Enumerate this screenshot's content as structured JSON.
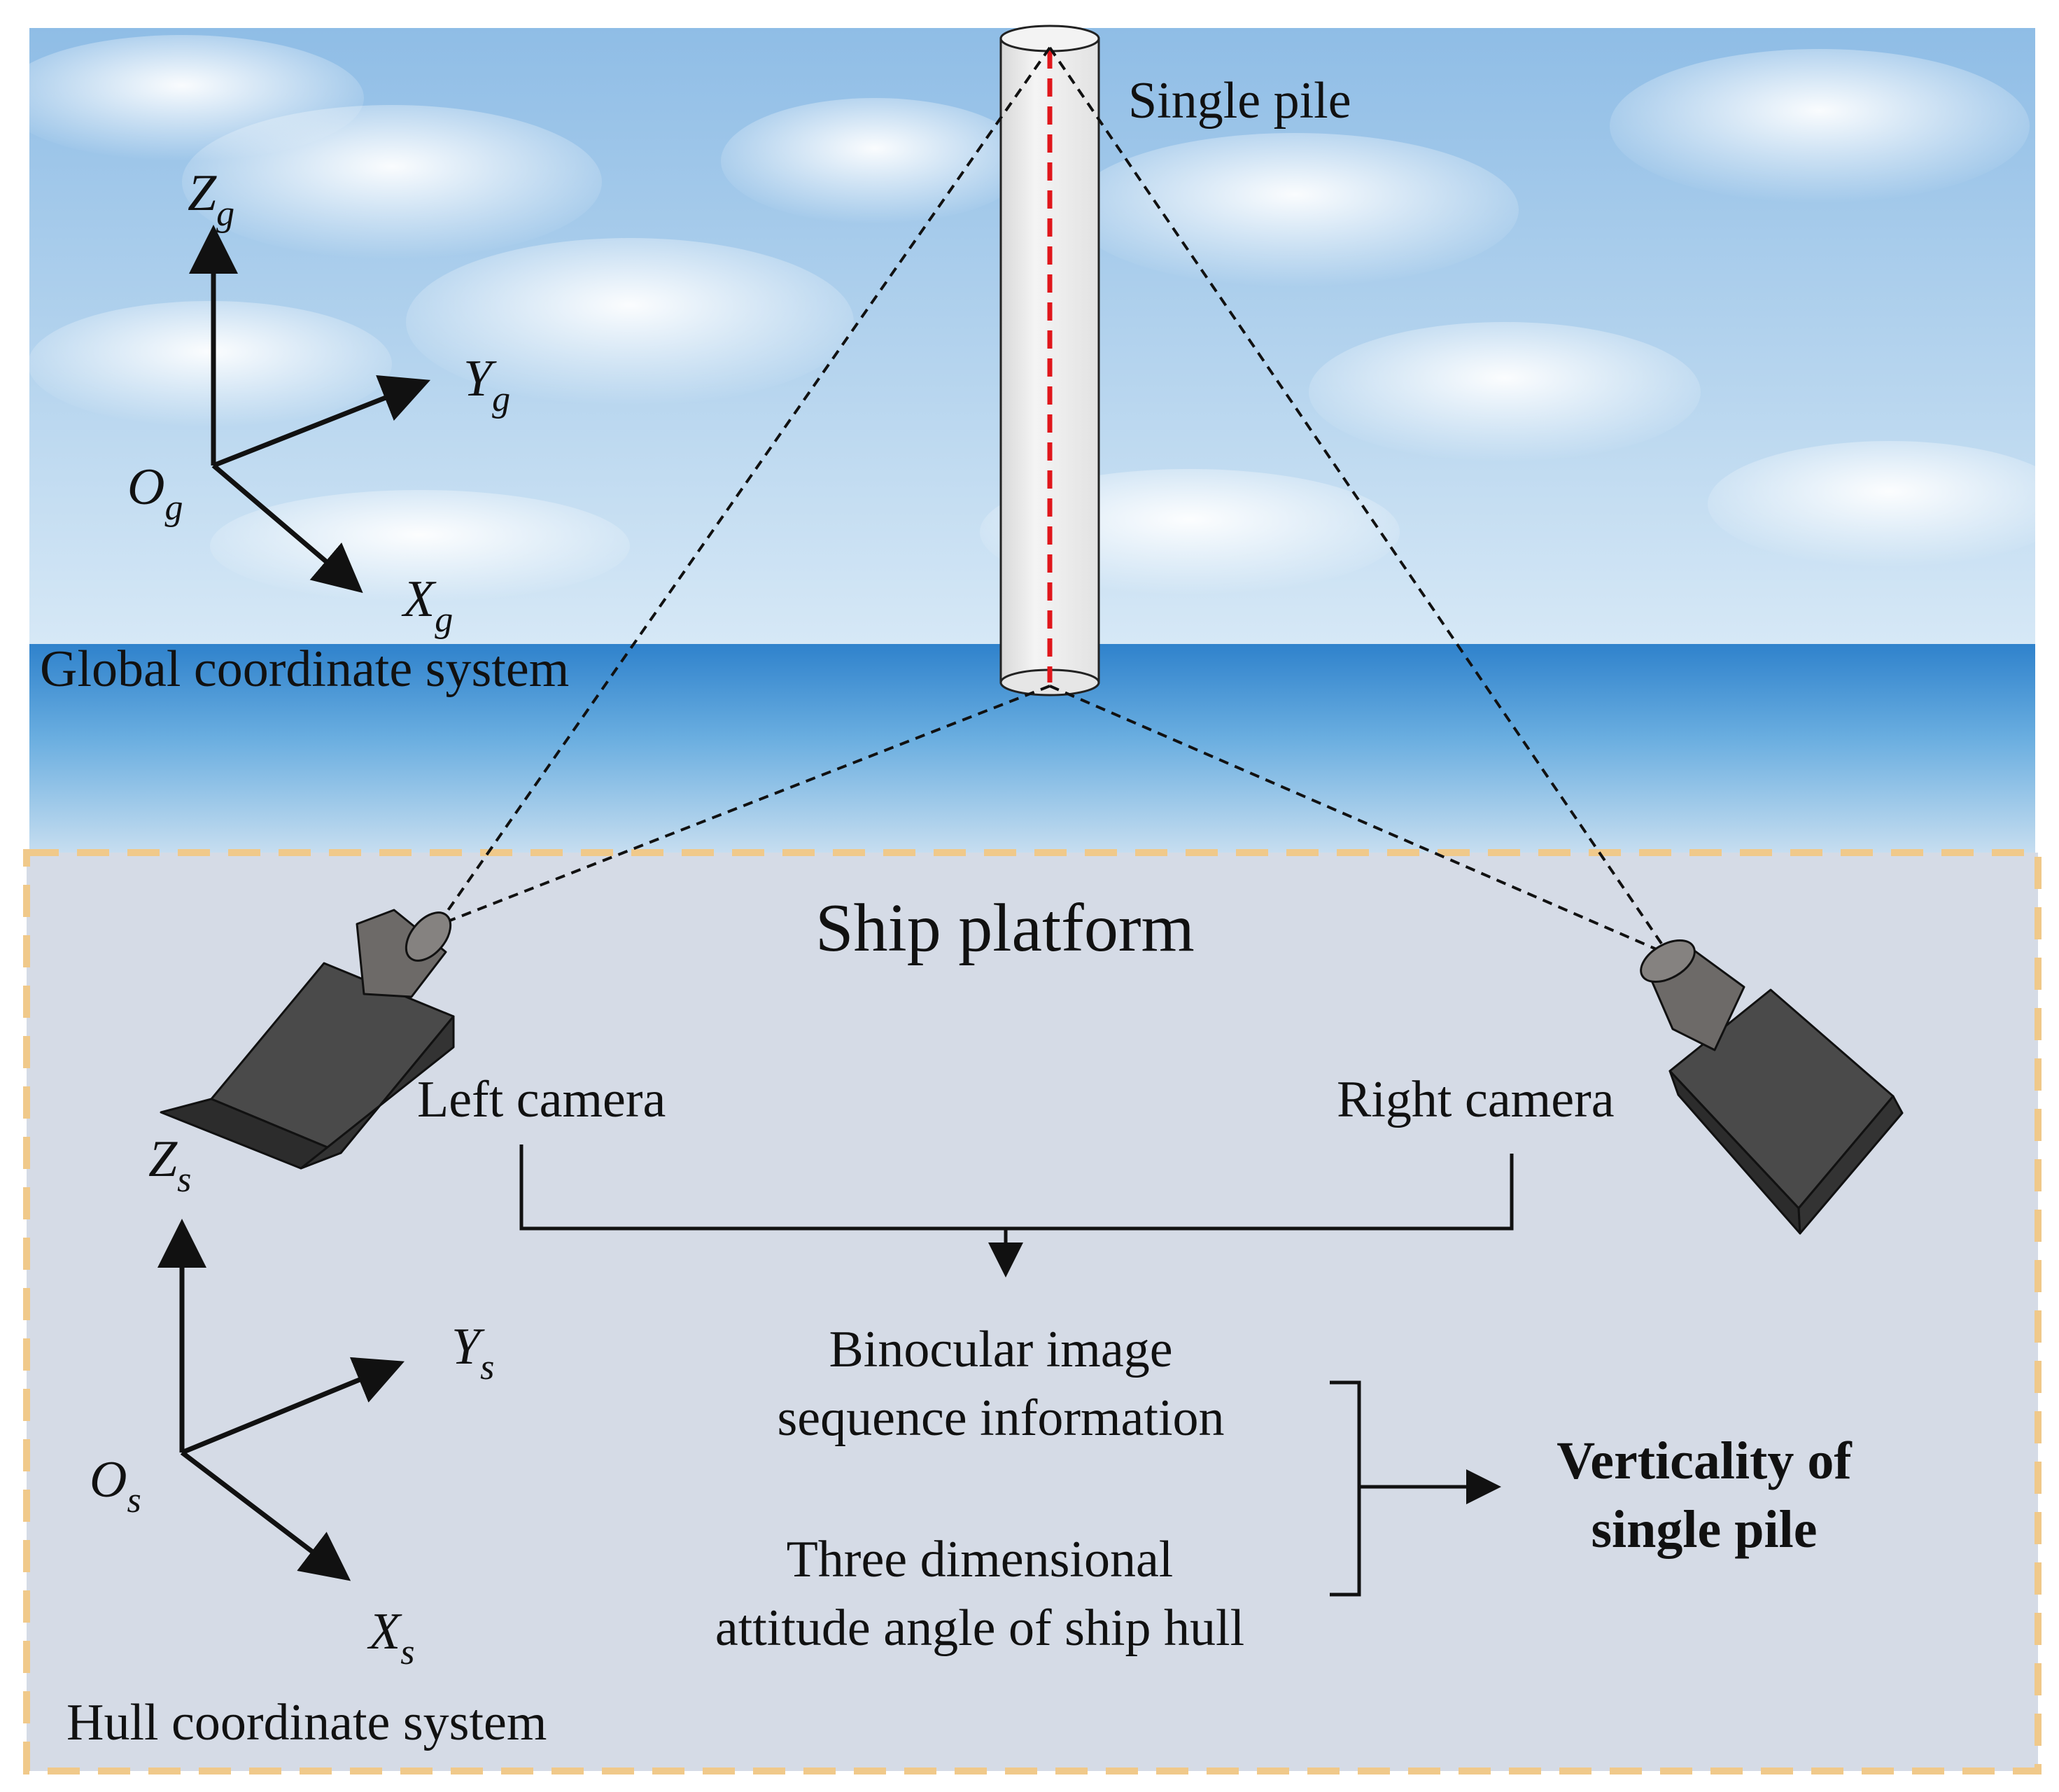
{
  "pile": {
    "label": "Single pile"
  },
  "global_cs": {
    "caption": "Global coordinate system",
    "axes": {
      "z": {
        "letter": "Z",
        "sub": "g"
      },
      "y": {
        "letter": "Y",
        "sub": "g"
      },
      "x": {
        "letter": "X",
        "sub": "g"
      },
      "o": {
        "letter": "O",
        "sub": "g"
      }
    }
  },
  "platform": {
    "title": "Ship platform",
    "left_camera": "Left camera",
    "right_camera": "Right camera"
  },
  "hull_cs": {
    "caption": "Hull coordinate system",
    "axes": {
      "z": {
        "letter": "Z",
        "sub": "s"
      },
      "y": {
        "letter": "Y",
        "sub": "s"
      },
      "x": {
        "letter": "X",
        "sub": "s"
      },
      "o": {
        "letter": "O",
        "sub": "s"
      }
    }
  },
  "flow": {
    "input1_line1": "Binocular image",
    "input1_line2": "sequence information",
    "input2_line1": "Three dimensional",
    "input2_line2": "attitude angle of ship hull",
    "output_line1": "Verticality of",
    "output_line2": "single pile"
  },
  "colors": {
    "sky_top": "#8fbde6",
    "sky_bottom": "#d6e8f6",
    "sea_top": "#3d8fd4",
    "sea_bottom": "#c7def0",
    "platform_fill": "#d5dbe6",
    "platform_border": "#f0c98a",
    "pile_axis": "#e0161b",
    "camera_body": "#3a3a3a",
    "camera_lens": "#6d6a68"
  }
}
